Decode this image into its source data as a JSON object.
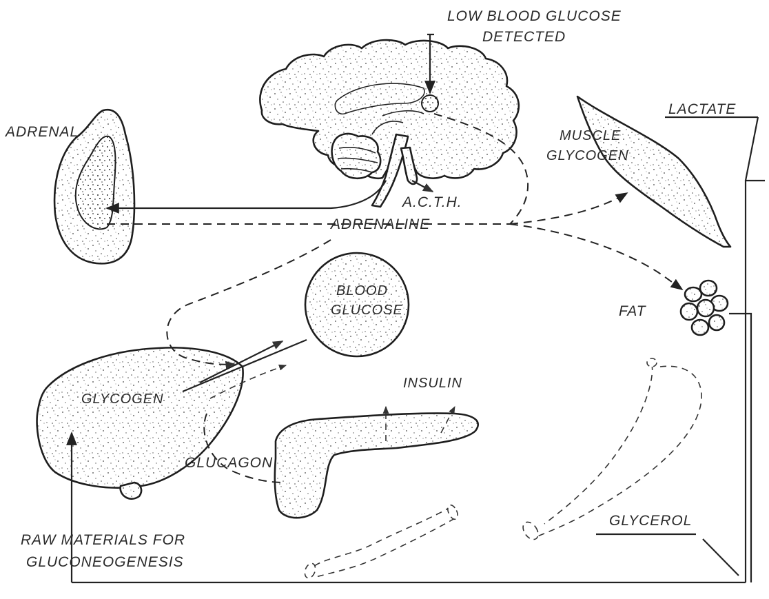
{
  "labels": {
    "low_glucose": [
      "LOW BLOOD GLUCOSE",
      "DETECTED"
    ],
    "adrenal": "ADRENAL",
    "acth": "A.C.T.H.",
    "adrenaline": "ADRENALINE",
    "muscle_glycogen": [
      "MUSCLE",
      "GLYCOGEN"
    ],
    "lactate": "LACTATE",
    "blood_glucose": [
      "BLOOD",
      "GLUCOSE"
    ],
    "fat": "FAT",
    "glycogen": "GLYCOGEN",
    "insulin": "INSULIN",
    "glucagon": "GLUCAGON",
    "glycerol": "GLYCEROL",
    "raw_materials": [
      "RAW MATERIALS FOR",
      "GLUCONEOGENESIS"
    ]
  },
  "colors": {
    "ink": "#1e1e1e",
    "paper": "#ffffff"
  }
}
